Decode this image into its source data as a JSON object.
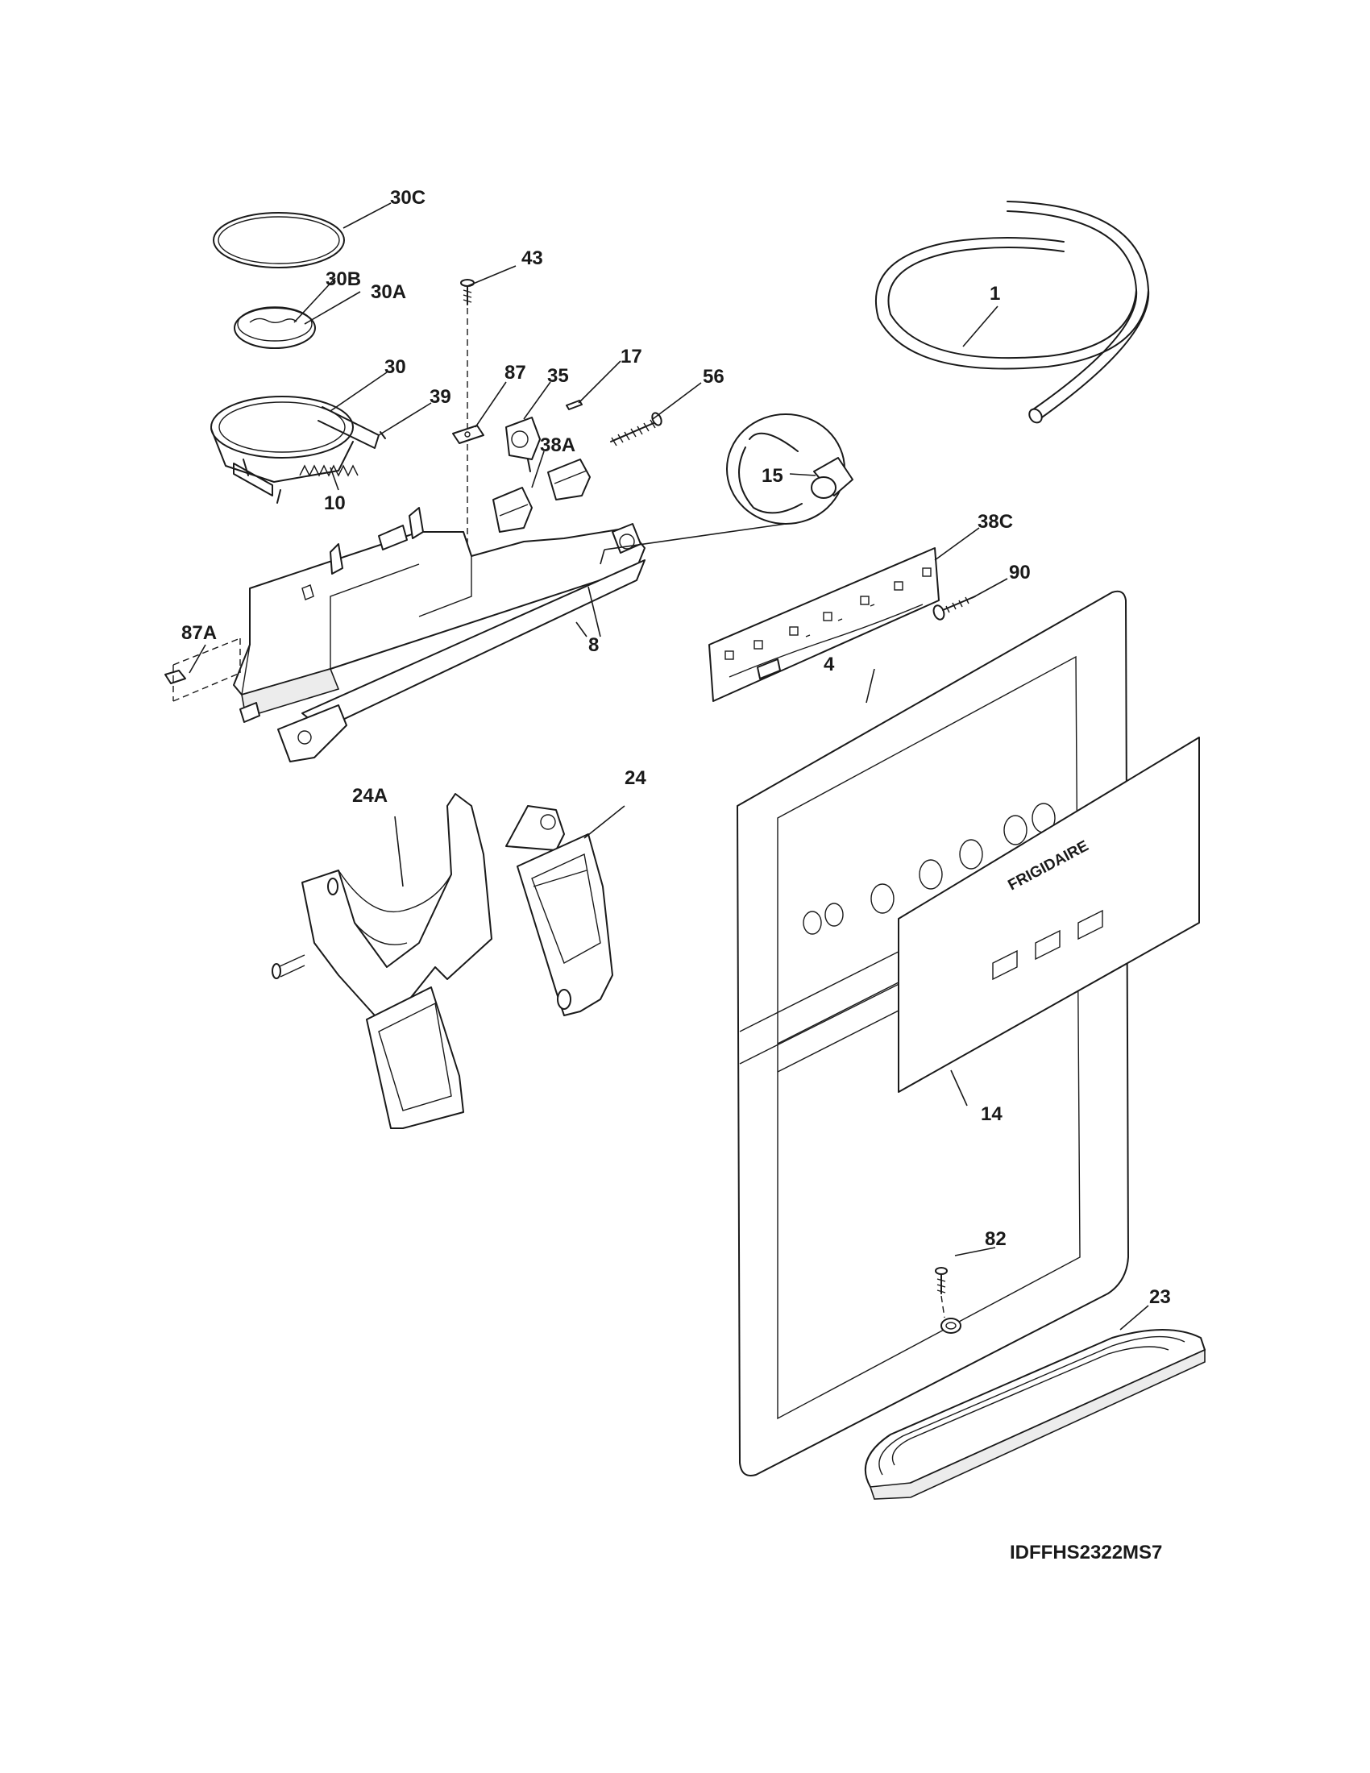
{
  "diagram": {
    "document_id": "IDFFHS2322MS7",
    "brand_text": "FRIGIDAIRE",
    "callouts": {
      "c1": "1",
      "c4": "4",
      "c8": "8",
      "c10": "10",
      "c14": "14",
      "c15": "15",
      "c17": "17",
      "c23": "23",
      "c24": "24",
      "c24a": "24A",
      "c30": "30",
      "c30a": "30A",
      "c30b": "30B",
      "c30c": "30C",
      "c35": "35",
      "c38a": "38A",
      "c38c": "38C",
      "c39": "39",
      "c43": "43",
      "c56": "56",
      "c82": "82",
      "c87": "87",
      "c87a": "87A",
      "c90": "90"
    }
  }
}
